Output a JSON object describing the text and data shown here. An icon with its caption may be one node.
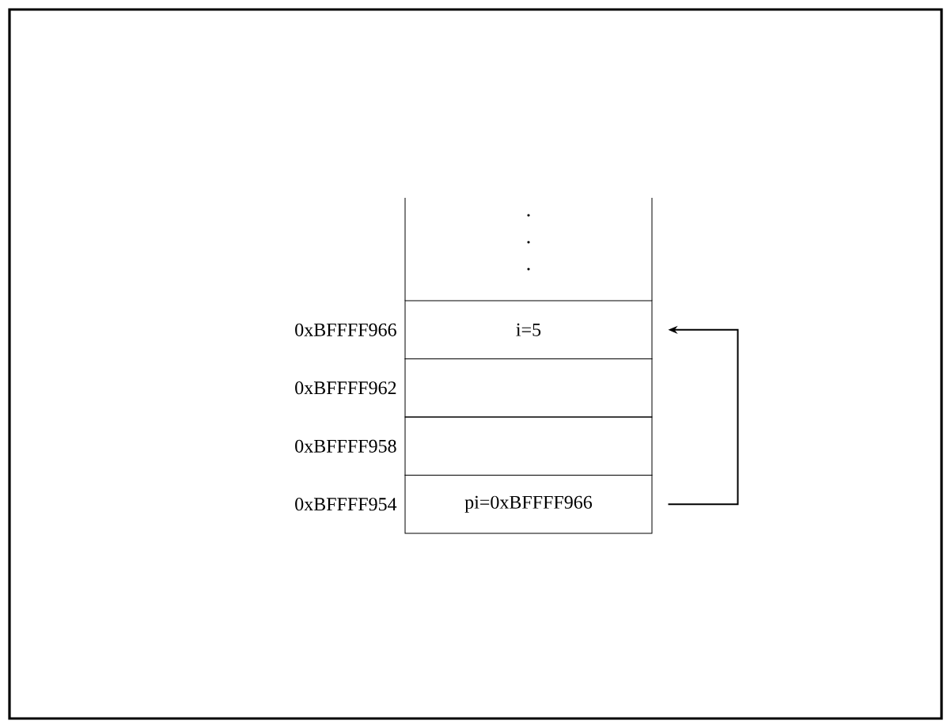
{
  "diagram": {
    "nodes": [
      {
        "text": [
          "i=5"
        ],
        "beside": [
          "0xBFFFF966"
        ]
      },
      {
        "text": [],
        "shape": "box",
        "beside": [
          "0xBFFFF962"
        ]
      },
      {
        "text": [],
        "shape": "box",
        "beside": [
          "0xBFFFF958"
        ]
      },
      {
        "text": [
          "pi=0xBFFFF966"
        ],
        "beside": [
          "0xBFFFF954"
        ]
      }
    ],
    "edges": [
      {
        "from": 3,
        "to": 0,
        "arrow": "to"
      }
    ]
  }
}
